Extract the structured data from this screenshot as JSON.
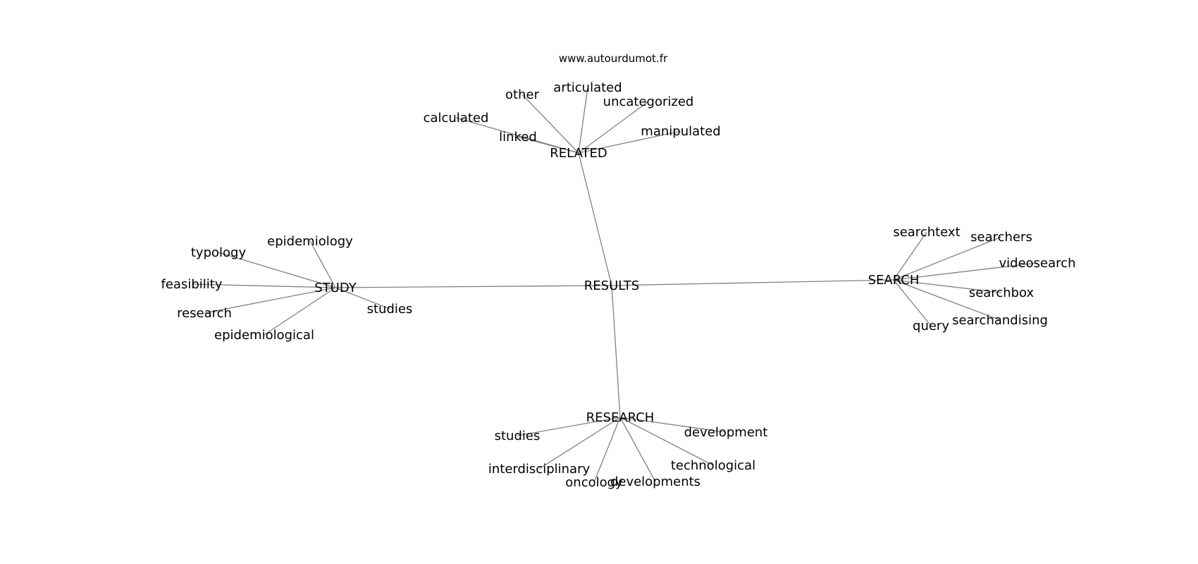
{
  "watermark": "www.autourdumot.fr",
  "colors": {
    "edge": "#808080",
    "text": "#000000",
    "background": "#ffffff"
  },
  "graph": {
    "center": "RESULTS",
    "hubs": [
      {
        "label": "RELATED",
        "children": [
          "other",
          "articulated",
          "uncategorized",
          "calculated",
          "linked",
          "manipulated"
        ]
      },
      {
        "label": "STUDY",
        "children": [
          "epidemiology",
          "typology",
          "feasibility",
          "research",
          "epidemiological",
          "studies"
        ]
      },
      {
        "label": "SEARCH",
        "children": [
          "searchtext",
          "searchers",
          "videosearch",
          "searchbox",
          "searchandising",
          "query"
        ]
      },
      {
        "label": "RESEARCH",
        "children": [
          "studies",
          "interdisciplinary",
          "oncology",
          "developments",
          "technological",
          "development"
        ]
      }
    ]
  }
}
